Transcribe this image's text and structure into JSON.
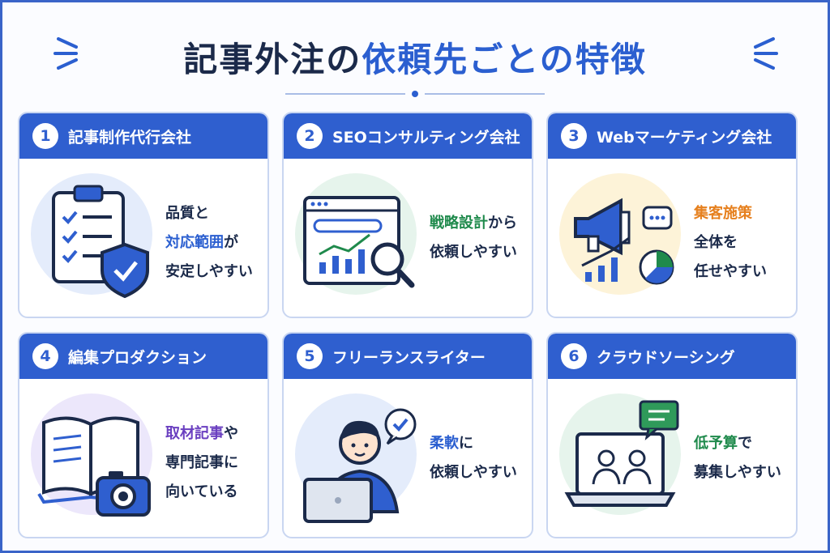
{
  "title": {
    "part1": "記事外注の",
    "part2": "依頼先ごとの特徴"
  },
  "colors": {
    "accent": "#2f5fcf",
    "dark": "#1b2a4a",
    "green": "#1f8a4c",
    "orange": "#e6801e",
    "purple": "#6a3fc0"
  },
  "cards": [
    {
      "num": "1",
      "label": "記事制作代行会社",
      "icon": "clipboard-shield-icon",
      "lines": [
        {
          "text": "品質と",
          "hl": ""
        },
        {
          "hl": "対応範囲",
          "text": "が"
        },
        {
          "text": "安定しやすい",
          "hl": ""
        }
      ]
    },
    {
      "num": "2",
      "label": "SEOコンサルティング会社",
      "icon": "search-analytics-icon",
      "lines": [
        {
          "hl": "戦略設計",
          "text": "から"
        },
        {
          "text": "依頼しやすい",
          "hl": ""
        }
      ]
    },
    {
      "num": "3",
      "label": "Webマーケティング会社",
      "icon": "megaphone-chart-icon",
      "lines": [
        {
          "hl": "集客施策",
          "text": ""
        },
        {
          "text": "全体を",
          "hl": ""
        },
        {
          "text": "任せやすい",
          "hl": ""
        }
      ]
    },
    {
      "num": "4",
      "label": "編集プロダクション",
      "icon": "book-camera-icon",
      "lines": [
        {
          "hl": "取材記事",
          "text": "や"
        },
        {
          "text": "専門記事に",
          "hl": ""
        },
        {
          "text": "向いている",
          "hl": ""
        }
      ]
    },
    {
      "num": "5",
      "label": "フリーランスライター",
      "icon": "person-laptop-icon",
      "lines": [
        {
          "hl": "柔軟",
          "text": "に"
        },
        {
          "text": "依頼しやすい",
          "hl": ""
        }
      ]
    },
    {
      "num": "6",
      "label": "クラウドソーシング",
      "icon": "laptop-users-icon",
      "lines": [
        {
          "hl": "低予算",
          "text": "で"
        },
        {
          "text": "募集しやすい",
          "hl": ""
        }
      ]
    }
  ]
}
